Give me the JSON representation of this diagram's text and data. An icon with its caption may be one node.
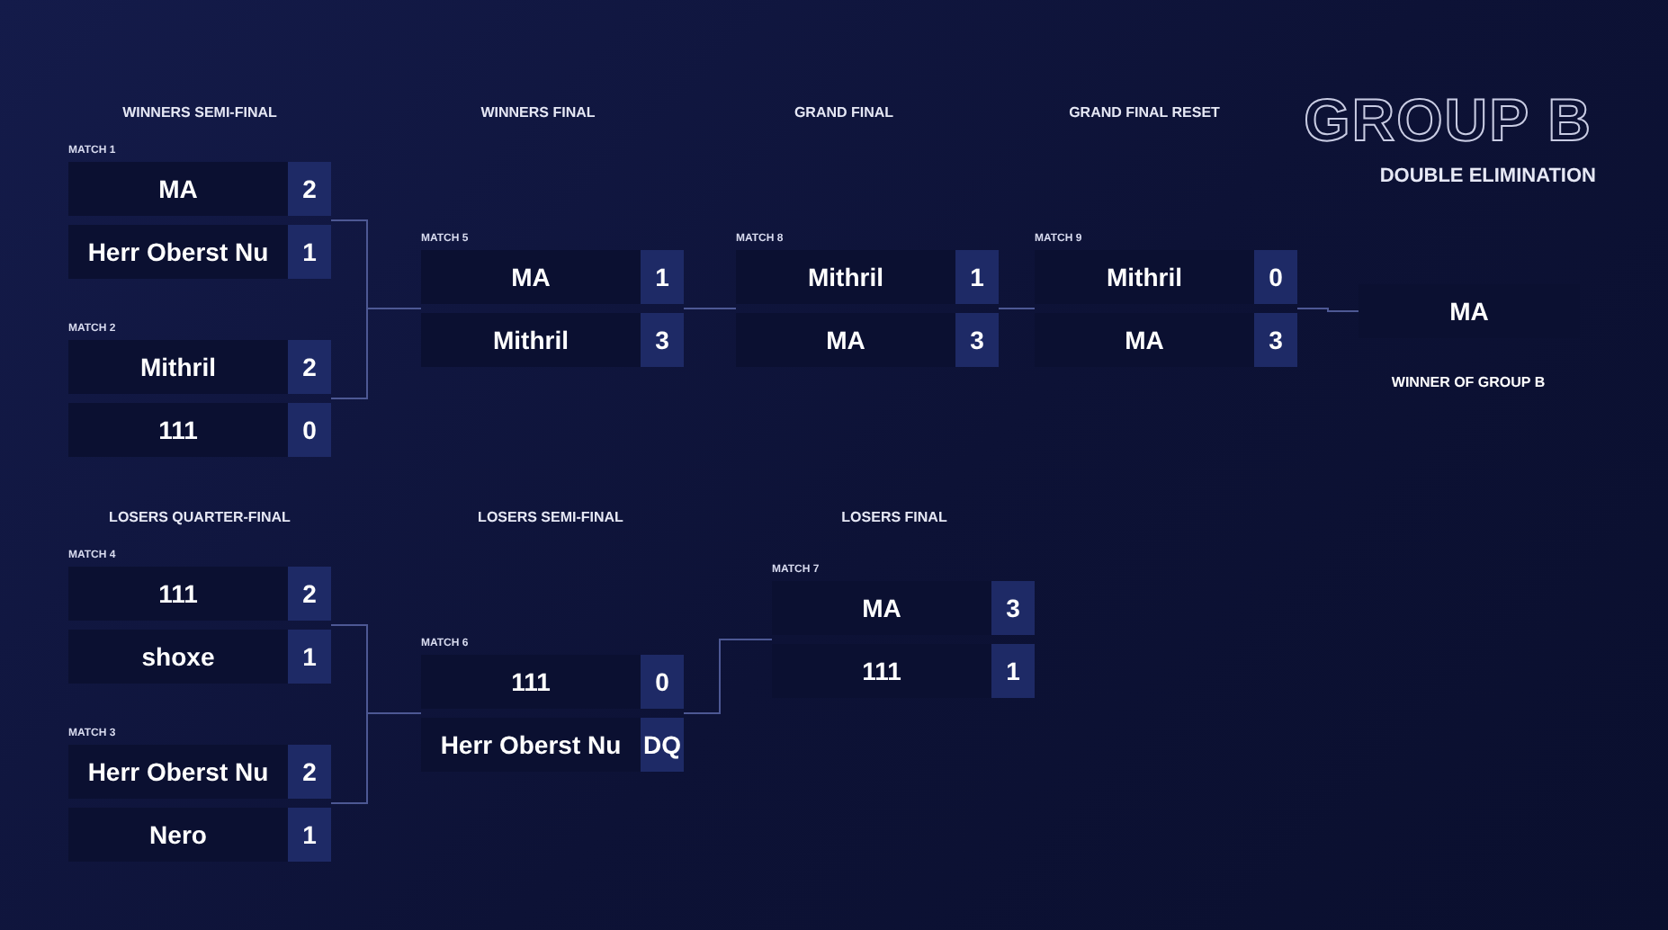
{
  "diagram": {
    "title": "GROUP B",
    "nodes": [
      {
        "text": [
          "MATCH 1"
        ]
      },
      {
        "text": [
          "MA",
          "2"
        ],
        "in": 0
      },
      {
        "text": [
          "Herr Oberst Nu",
          "1"
        ],
        "in": 0
      },
      {
        "text": [
          "MATCH 2"
        ]
      },
      {
        "text": [
          "Mithril",
          "2"
        ],
        "in": 3
      },
      {
        "text": [
          "111",
          "0"
        ],
        "in": 3
      },
      {
        "text": [
          "MATCH 5"
        ]
      },
      {
        "text": [
          "MA",
          "1"
        ],
        "in": 6
      },
      {
        "text": [
          "Mithril",
          "3"
        ],
        "in": 6
      },
      {
        "text": [
          "MATCH 8"
        ]
      },
      {
        "text": [
          "Mithril",
          "1"
        ],
        "in": 9
      },
      {
        "text": [
          "MA",
          "3"
        ],
        "in": 9
      },
      {
        "text": [
          "MATCH 9"
        ]
      },
      {
        "text": [
          "Mithril",
          "0"
        ],
        "in": 12
      },
      {
        "text": [
          "MA",
          "3"
        ],
        "in": 12
      },
      {
        "text": [
          "MA"
        ],
        "beside": [
          "WINNER OF GROUP B"
        ]
      },
      {
        "text": [
          "MATCH 4"
        ]
      },
      {
        "text": [
          "111",
          "2"
        ],
        "in": 16
      },
      {
        "text": [
          "shoxe",
          "1"
        ],
        "in": 16
      },
      {
        "text": [
          "MATCH 3"
        ]
      },
      {
        "text": [
          "Herr Oberst Nu",
          "2"
        ],
        "in": 19
      },
      {
        "text": [
          "Nero",
          "1"
        ],
        "in": 19
      },
      {
        "text": [
          "MATCH 6"
        ]
      },
      {
        "text": [
          "111",
          "0"
        ],
        "in": 22
      },
      {
        "text": [
          "Herr Oberst Nu",
          "DQ"
        ],
        "in": 22
      },
      {
        "text": [
          "MATCH 7"
        ]
      },
      {
        "text": [
          "MA",
          "3"
        ],
        "in": 25
      },
      {
        "text": [
          "111",
          "1"
        ],
        "in": 25
      }
    ],
    "edges": [
      {
        "from": 0,
        "to": 6,
        "arrow": "none"
      },
      {
        "from": 3,
        "to": 6,
        "arrow": "none"
      },
      {
        "from": 6,
        "to": 9,
        "arrow": "none"
      },
      {
        "from": 9,
        "to": 12,
        "arrow": "none"
      },
      {
        "from": 12,
        "to": 15,
        "arrow": "none"
      },
      {
        "from": 16,
        "to": 22,
        "arrow": "none"
      },
      {
        "from": 19,
        "to": 22,
        "arrow": "none"
      },
      {
        "from": 22,
        "to": 25,
        "arrow": "none"
      }
    ],
    "labels": [
      "WINNERS SEMI-FINAL",
      "WINNERS FINAL",
      "GRAND FINAL",
      "GRAND FINAL RESET",
      "DOUBLE ELIMINATION",
      "LOSERS QUARTER-FINAL",
      "LOSERS SEMI-FINAL",
      "LOSERS FINAL"
    ]
  }
}
